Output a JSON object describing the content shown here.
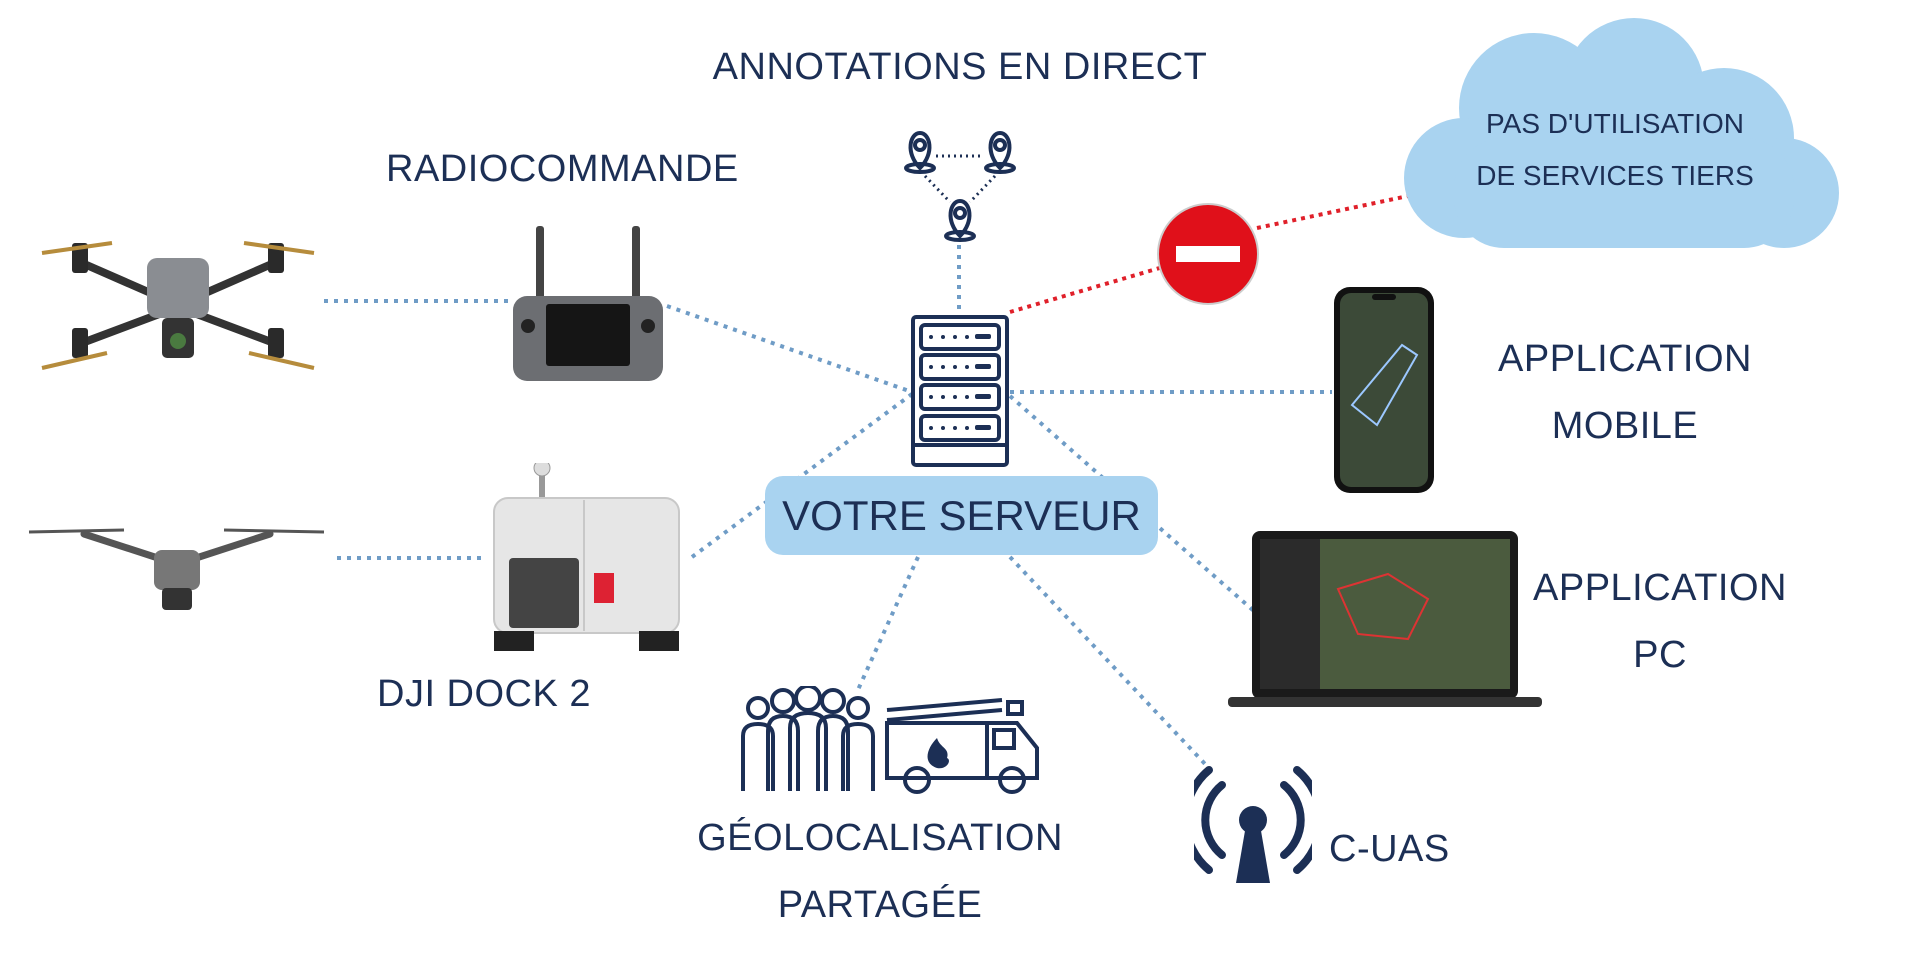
{
  "title": "VOTRE SERVEUR",
  "labels": {
    "annotations": "ANNOTATIONS EN DIRECT",
    "radiocommande": "RADIOCOMMANDE",
    "cloud_line1": "PAS D'UTILISATION",
    "cloud_line2": "DE SERVICES TIERS",
    "app_mobile_1": "APPLICATION",
    "app_mobile_2": "MOBILE",
    "app_pc_1": "APPLICATION",
    "app_pc_2": "PC",
    "dock": "DJI DOCK 2",
    "geo_1": "GÉOLOCALISATION",
    "geo_2": "PARTAGÉE",
    "cuas": "C-UAS"
  },
  "colors": {
    "text": "#1c2f55",
    "link_line": "#6f9cc6",
    "blocked_line": "#e0202a",
    "server_label_bg": "#a9d3f0",
    "cloud": "#a9d3f0",
    "no_entry": "#e0101a"
  },
  "icons": [
    "server-icon",
    "map-pins-icon",
    "no-entry-icon",
    "cloud-icon",
    "drone-icon",
    "remote-controller-icon",
    "dock-icon",
    "smartphone-icon",
    "laptop-icon",
    "people-icon",
    "fire-truck-icon",
    "antenna-icon"
  ]
}
